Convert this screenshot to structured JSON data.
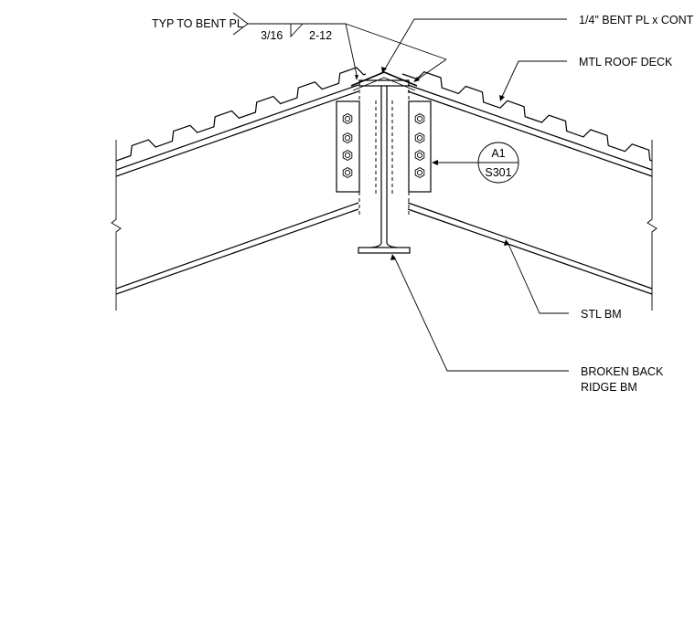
{
  "labels": {
    "weld_note": "TYP TO BENT PL",
    "weld_size": "3/16",
    "weld_length": "2-12",
    "bent_plate": "1/4\" BENT PL x CONT",
    "roof_deck": "MTL ROOF DECK",
    "steel_beam": "STL BM",
    "ridge_beam_line1": "BROKEN BACK",
    "ridge_beam_line2": "RIDGE BM",
    "section_detail": "A1",
    "section_sheet": "S301"
  },
  "colors": {
    "line": "#000000",
    "background": "#ffffff"
  }
}
